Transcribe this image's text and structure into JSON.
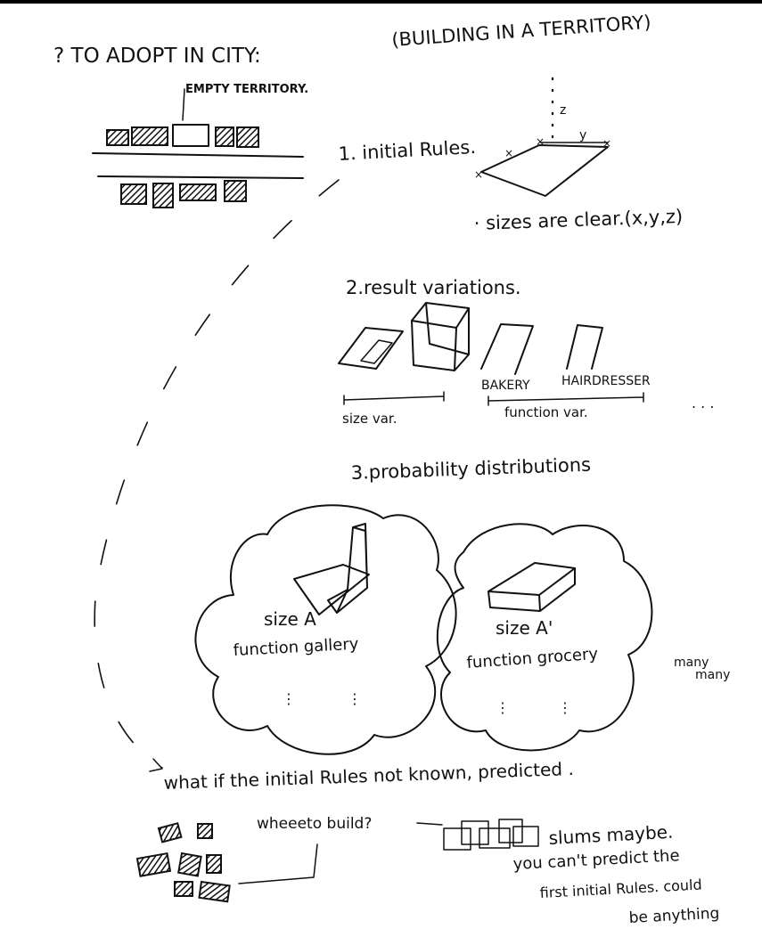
{
  "header": {
    "left": "? TO ADOPT IN CITY:",
    "right": "(BUILDING IN A TERRITORY)"
  },
  "street_sketch": {
    "label": "EMPTY TERRITORY."
  },
  "steps": [
    {
      "title": "1. initial Rules.",
      "axes": [
        "z",
        "y"
      ],
      "note": "· sizes are clear.(x,y,z)"
    },
    {
      "title": "2.result variations.",
      "labels": [
        "BAKERY",
        "HAIRDRESSER"
      ],
      "ranges": [
        "size var.",
        "function var."
      ],
      "more": ". . ."
    },
    {
      "title": "3.probability distributions"
    }
  ],
  "clouds": [
    {
      "size": "size A",
      "function": "function gallery"
    },
    {
      "size": "size A'",
      "function": "function grocery"
    }
  ],
  "many": {
    "line1": "many",
    "line2": "many"
  },
  "question": "what if the initial Rules not known, predicted .",
  "where": "wheeeto build?",
  "slums": {
    "line1": "slums maybe.",
    "line2": "you can't predict the",
    "line3": "first initial Rules. could",
    "line4": "be anything"
  }
}
